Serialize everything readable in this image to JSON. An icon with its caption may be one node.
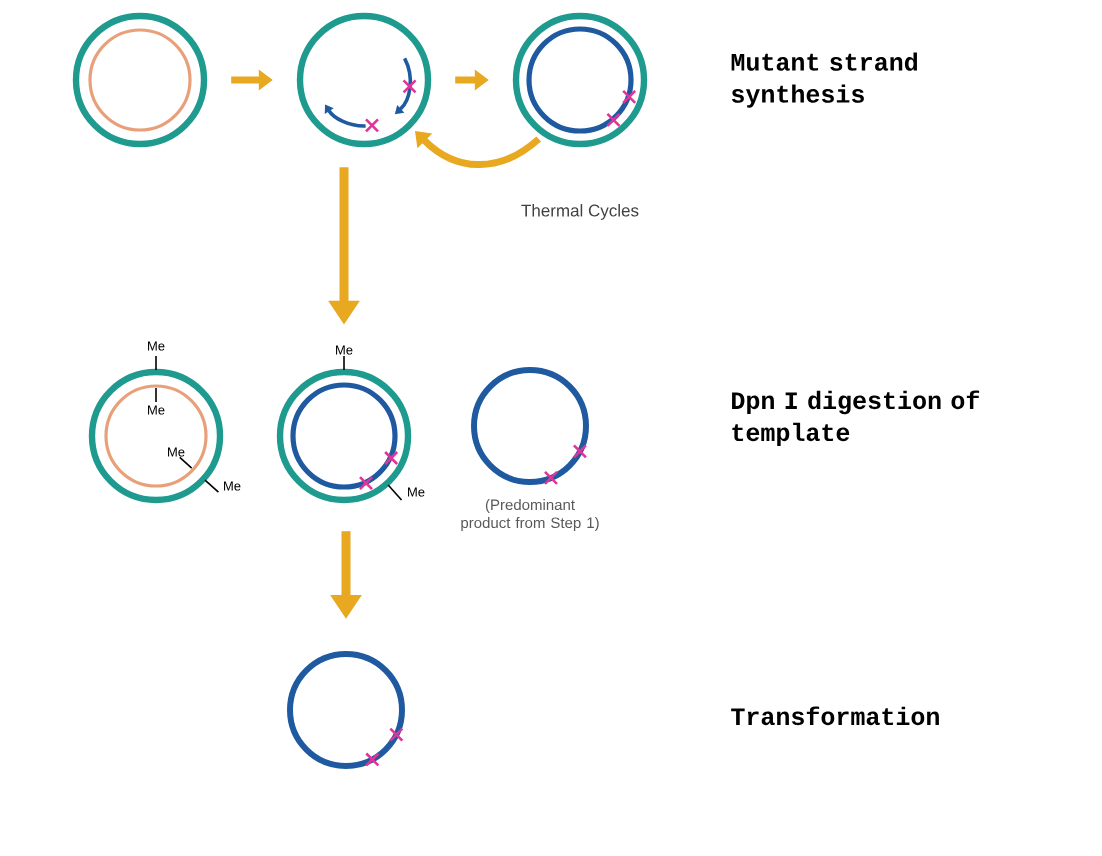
{
  "diagram": {
    "nodes": [
      {
        "text": [],
        "shape": "circle"
      },
      {
        "text": [],
        "shape": "circle"
      },
      {
        "text": [],
        "shape": "circle"
      },
      {
        "text": [],
        "shape": "circle"
      },
      {
        "text": [],
        "shape": "circle"
      },
      {
        "text": [],
        "shape": "circle",
        "beside": [
          "(Predominant product from Step 1)"
        ]
      },
      {
        "text": [],
        "shape": "circle"
      }
    ],
    "edges": [
      {
        "from": 0,
        "to": 1,
        "arrow": "to"
      },
      {
        "from": 1,
        "to": 2,
        "arrow": "to"
      },
      {
        "from": 2,
        "to": 1,
        "arrow": "to",
        "label": "Thermal Cycles"
      },
      {
        "from": 1,
        "to": 4,
        "arrow": "to"
      },
      {
        "from": 4,
        "to": 6,
        "arrow": "to"
      }
    ],
    "labels": [
      "Mutant strand synthesis",
      "Me",
      "Me",
      "Me",
      "Me",
      "Me",
      "Me",
      "Dpn I digestion of template",
      "Transformation"
    ]
  }
}
